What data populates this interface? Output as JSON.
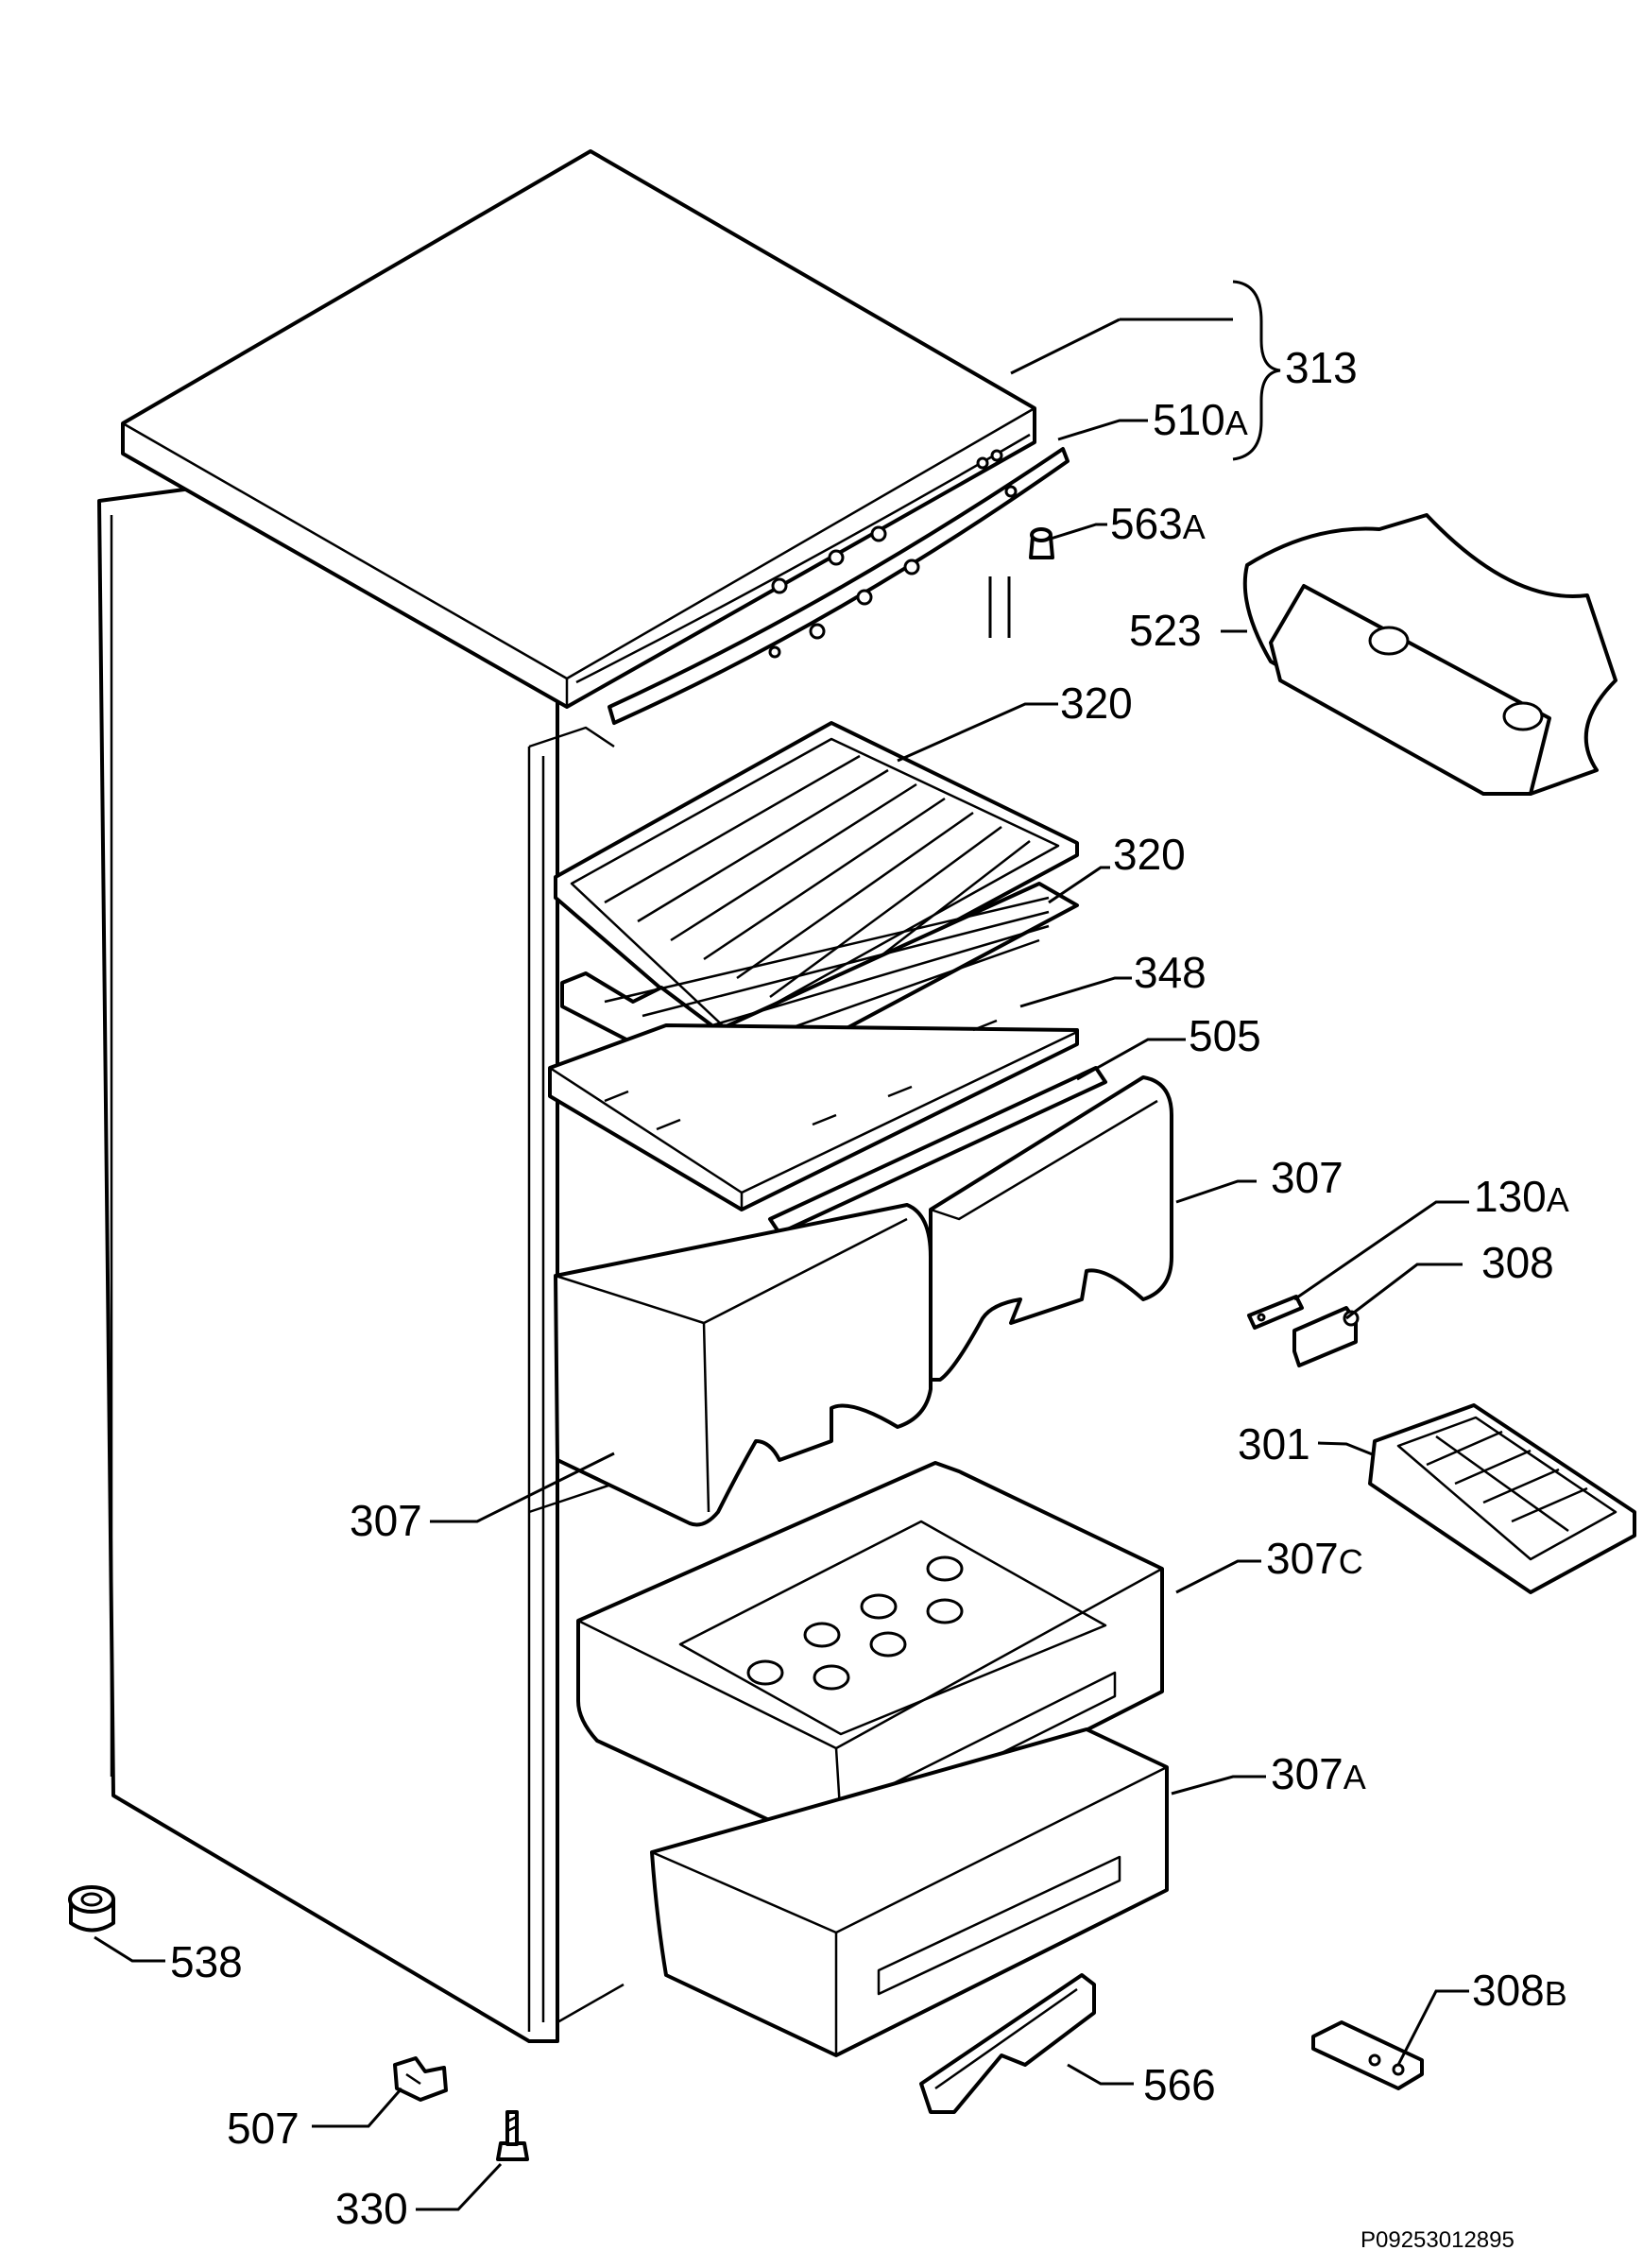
{
  "labels": {
    "l313": "313",
    "l510": "510",
    "l510s": "A",
    "l563": "563",
    "l563s": "A",
    "l523": "523",
    "l320a": "320",
    "l320b": "320",
    "l348": "348",
    "l505": "505",
    "l307r": "307",
    "l130": "130",
    "l130s": "A",
    "l308": "308",
    "l301": "301",
    "l307l": "307",
    "l307c": "307",
    "l307cs": "C",
    "l307a": "307",
    "l307as": "A",
    "l538": "538",
    "l308b": "308",
    "l308bs": "B",
    "l566": "566",
    "l507": "507",
    "l330": "330"
  },
  "reference_code": "P09253012895"
}
